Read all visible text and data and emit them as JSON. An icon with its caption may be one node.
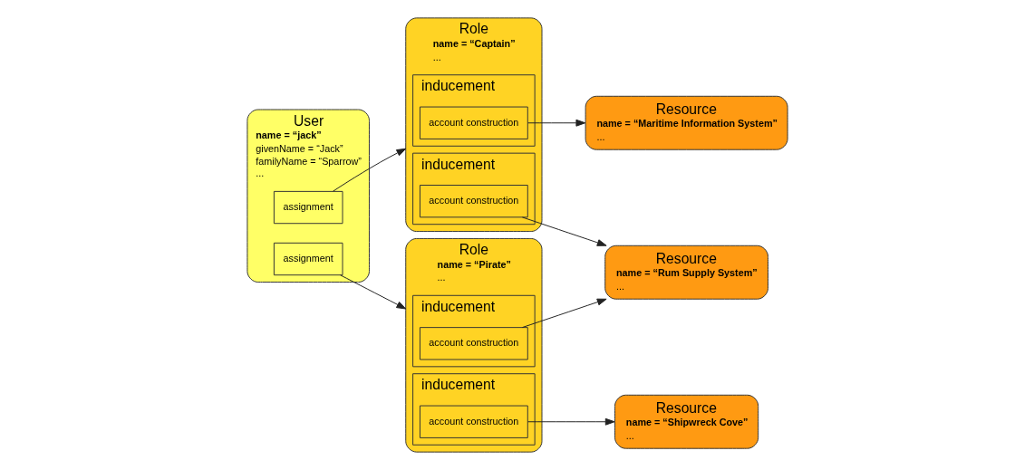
{
  "diagram": {
    "nodes": [
      {
        "text": [
          "User",
          "name = “jack”",
          "givenName = “Jack”",
          "familyName = “Sparrow”",
          "..."
        ]
      },
      {
        "text": [
          "assignment"
        ],
        "in": 0
      },
      {
        "text": [
          "assignment"
        ],
        "in": 0
      },
      {
        "text": [
          "Role",
          "name = “Captain”",
          "..."
        ]
      },
      {
        "text": [
          "inducement"
        ],
        "in": 3
      },
      {
        "text": [
          "account construction"
        ],
        "in": 4
      },
      {
        "text": [
          "inducement"
        ],
        "in": 3
      },
      {
        "text": [
          "account construction"
        ],
        "in": 6
      },
      {
        "text": [
          "Role",
          "name = “Pirate”",
          "..."
        ]
      },
      {
        "text": [
          "inducement"
        ],
        "in": 8
      },
      {
        "text": [
          "account construction"
        ],
        "in": 9
      },
      {
        "text": [
          "inducement"
        ],
        "in": 8
      },
      {
        "text": [
          "account construction"
        ],
        "in": 11
      },
      {
        "text": [
          "Resource",
          "name = “Maritime Information System”",
          "..."
        ]
      },
      {
        "text": [
          "Resource",
          "name = “Rum Supply System”",
          "..."
        ]
      },
      {
        "text": [
          "Resource",
          "name = “Shipwreck Cove”",
          "..."
        ]
      }
    ],
    "edges": [
      {
        "from": 1,
        "to": 3,
        "arrow": "to"
      },
      {
        "from": 2,
        "to": 8,
        "arrow": "to"
      },
      {
        "from": 5,
        "to": 13,
        "arrow": "to"
      },
      {
        "from": 7,
        "to": 14,
        "arrow": "to"
      },
      {
        "from": 10,
        "to": 14,
        "arrow": "to"
      },
      {
        "from": 12,
        "to": 15,
        "arrow": "to"
      }
    ]
  }
}
